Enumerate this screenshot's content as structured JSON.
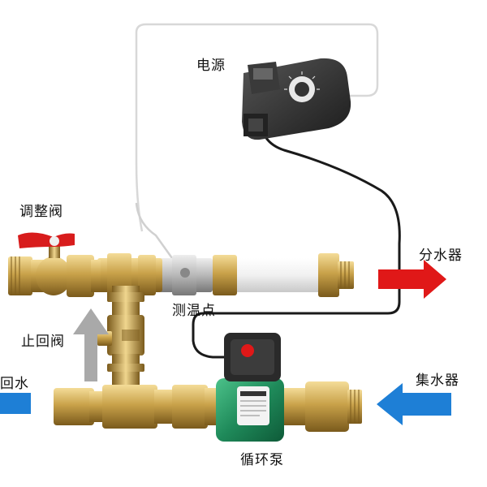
{
  "labels": {
    "power": "电源",
    "adjust_valve": "调整阀",
    "temp_point": "测温点",
    "distributor": "分水器",
    "check_valve": "止回阀",
    "return_water": "回水",
    "collector": "集水器",
    "circulation_pump": "循环泵"
  },
  "colors": {
    "brass": "#c9a24a",
    "brass_dark": "#8a6a22",
    "arrow_red": "#e01818",
    "arrow_blue": "#1e7fd6",
    "arrow_gray": "#a9a9a9",
    "pump_green": "#1f8a5a",
    "valve_handle_red": "#d81c1c",
    "controller_dark": "#2b2b2b",
    "cable": "#1a1a1a",
    "wire_white": "#d8d8d8"
  },
  "icons": [
    "power-controller-icon",
    "valve-handle-icon",
    "temperature-sensor-icon",
    "pump-icon"
  ]
}
